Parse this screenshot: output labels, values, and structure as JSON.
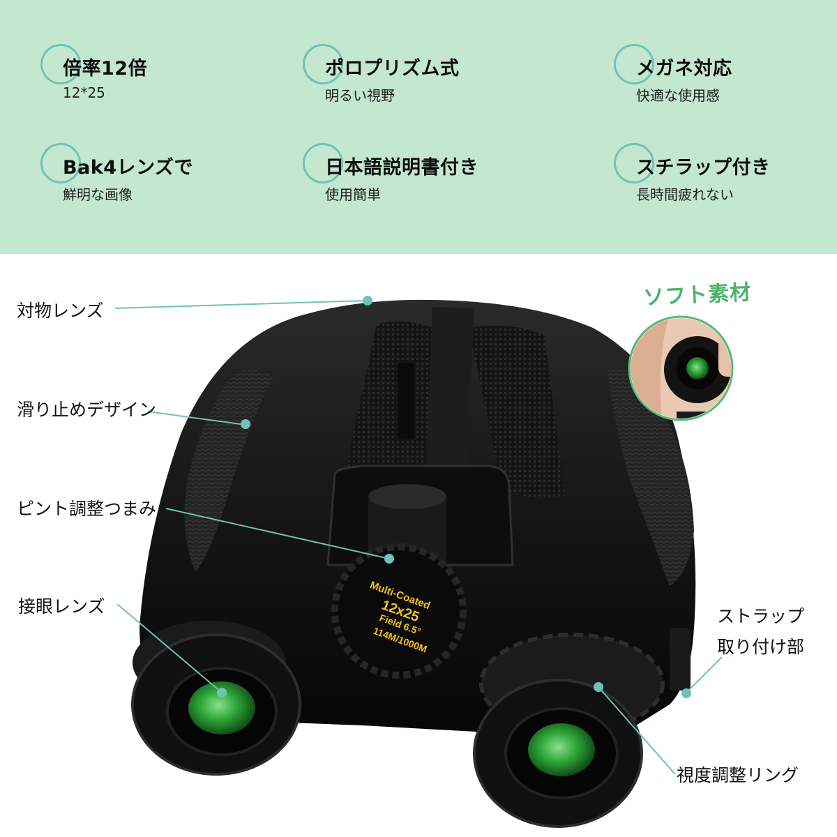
{
  "features": [
    {
      "title": "倍率12倍",
      "subtitle": "12*25"
    },
    {
      "title": "ポロプリズム式",
      "subtitle": "明るい視野"
    },
    {
      "title": "メガネ対応",
      "subtitle": "快適な使用感"
    },
    {
      "title": "Bak4レンズで",
      "subtitle": "鮮明な画像"
    },
    {
      "title": "日本語説明書付き",
      "subtitle": "使用簡単"
    },
    {
      "title": "スチラップ付き",
      "subtitle": "長時間疲れない"
    }
  ],
  "callouts": {
    "objective_lens": "対物レンズ",
    "anti_slip": "滑り止めデザイン",
    "focus_knob": "ピント調整つまみ",
    "eyepiece": "接眼レンズ",
    "strap_mount_line1": "ストラップ",
    "strap_mount_line2": "取り付け部",
    "diopter_ring": "視度調整リング"
  },
  "inset": {
    "label": "ソフト素材"
  },
  "focus_knob_markings": {
    "line1": "Multi-Coated",
    "line2": "12x25",
    "line3": "Field 6.5°",
    "line4": "114M/1000M"
  },
  "colors": {
    "band_bg": "#c3e8cf",
    "accent_teal": "#6fc2b6",
    "soft_label_green": "#4cb36a",
    "lens_green": "#2fa83a",
    "marking_yellow": "#f2c21b"
  }
}
